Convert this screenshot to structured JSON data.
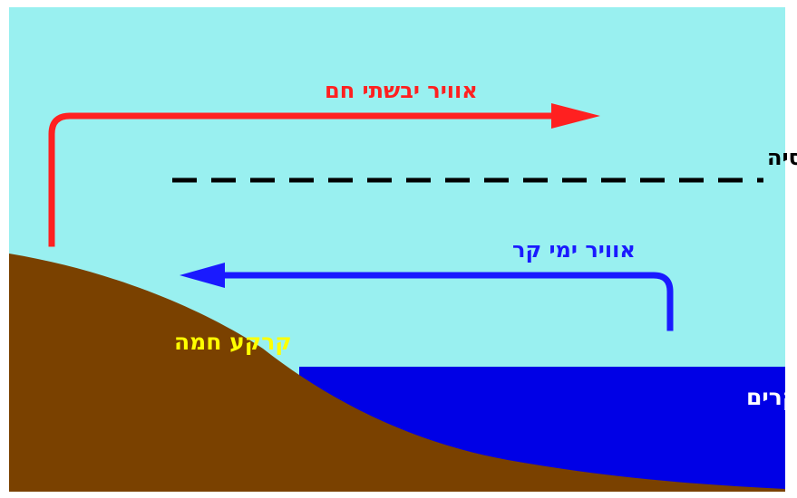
{
  "labels": {
    "hot_dry_air": "אוויר יבשתי חם",
    "inversion": "אינברסיה",
    "cold_sea_air": "אוויר ימי קר",
    "hot_ground": "קרקע חמה",
    "cold_sea_water": "מי ים קרים"
  },
  "colors": {
    "sky": "#99f0f0",
    "ground": "#7a4100",
    "sea": "#0000e6",
    "border": "#ffffff",
    "hot_arrow": "#ff2020",
    "cold_arrow": "#1a1aff",
    "inversion_line": "#000000",
    "hot_ground_text": "#ffff00",
    "sea_text": "#ffffff"
  }
}
